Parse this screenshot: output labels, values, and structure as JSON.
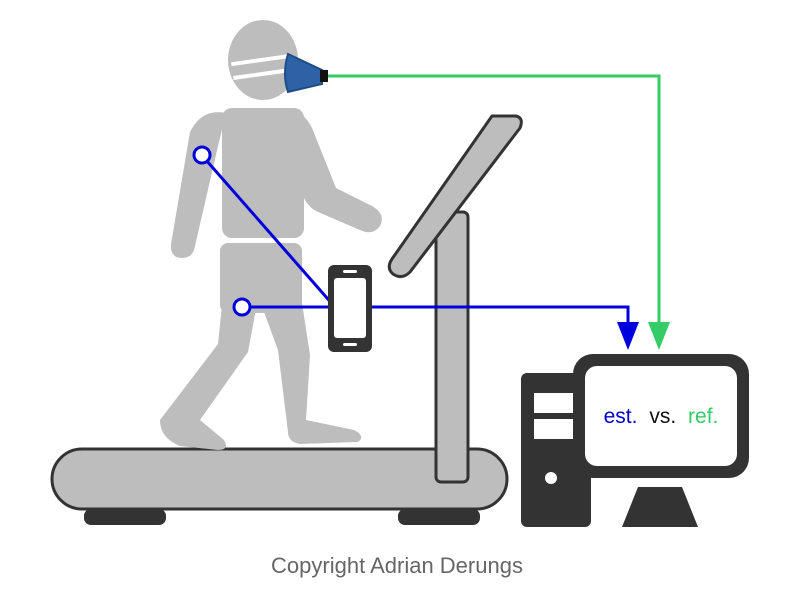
{
  "screen": {
    "label_est": "est.",
    "label_vs": "vs.",
    "label_ref": "ref."
  },
  "footer": {
    "copyright": "Copyright Adrian Derungs"
  },
  "colors": {
    "person": "#bdbdbd",
    "treadmill_fill": "#bdbdbd",
    "treadmill_stroke": "#333333",
    "estimate_line": "#0000dd",
    "reference_line": "#33cc66",
    "mask": "#2e62a6",
    "computer": "#333333",
    "caption": "#666666"
  },
  "icons": {
    "person": "person-silhouette-icon",
    "mask": "gas-mask-icon",
    "phone": "smartphone-icon",
    "computer": "desktop-computer-icon",
    "treadmill": "treadmill-icon"
  }
}
